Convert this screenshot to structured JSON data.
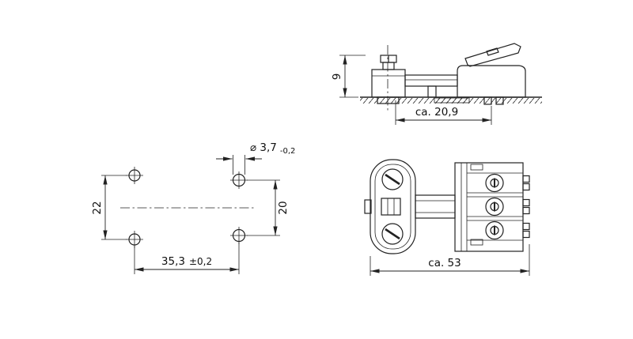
{
  "drawing": {
    "background_color": "#ffffff",
    "line_color": "#222222"
  },
  "views": {
    "hole_pattern": {
      "dim_vertical_left": "22",
      "dim_vertical_right": "20",
      "dim_width_value": "35,3",
      "dim_width_tolerance": "±0,2",
      "hole_diameter_value": "⌀ 3,7",
      "hole_diameter_tolerance": "-0,2"
    },
    "side_view": {
      "dim_height": "9",
      "dim_depth": "ca. 20,9"
    },
    "top_view": {
      "dim_length": "ca. 53"
    }
  }
}
